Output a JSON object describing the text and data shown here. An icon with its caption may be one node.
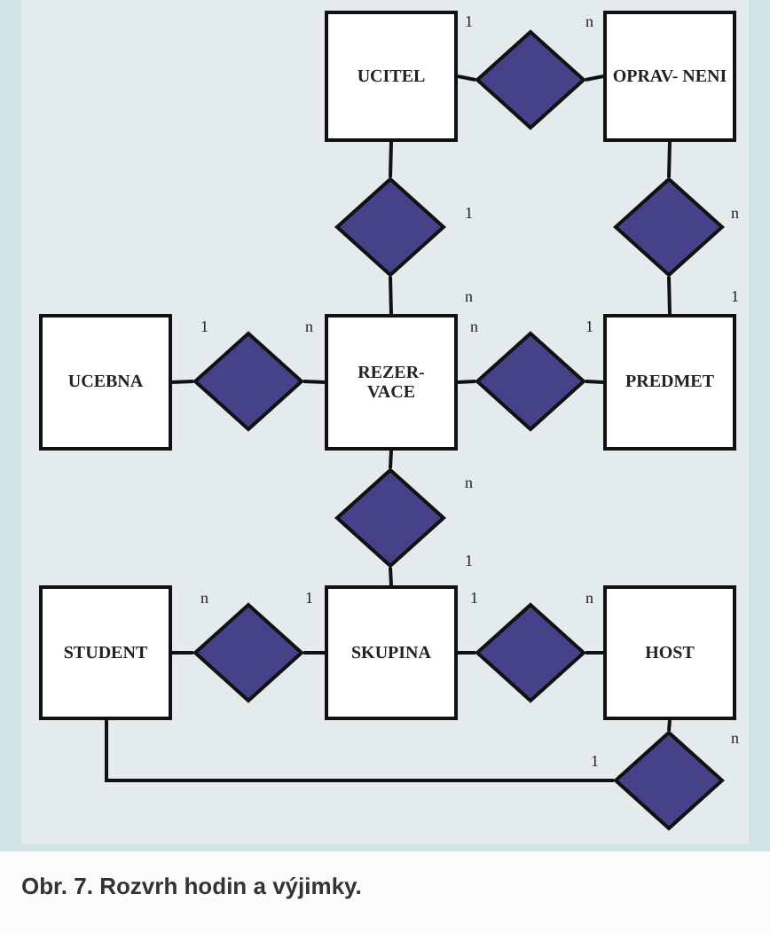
{
  "diagram": {
    "caption": "Obr. 7. Rozvrh hodin a výjimky.",
    "nodes": [
      {
        "text": [
          "UCITEL"
        ]
      },
      {
        "text": [],
        "shape": "diamond"
      },
      {
        "text": [
          "OPRAV- NENI"
        ]
      },
      {
        "text": [],
        "shape": "diamond"
      },
      {
        "text": [],
        "shape": "diamond"
      },
      {
        "text": [
          "UCEBNA"
        ]
      },
      {
        "text": [],
        "shape": "diamond"
      },
      {
        "text": [
          "REZER- VACE"
        ]
      },
      {
        "text": [],
        "shape": "diamond"
      },
      {
        "text": [
          "PREDMET"
        ]
      },
      {
        "text": [],
        "shape": "diamond"
      },
      {
        "text": [
          "STUDENT"
        ]
      },
      {
        "text": [],
        "shape": "diamond"
      },
      {
        "text": [
          "SKUPINA"
        ]
      },
      {
        "text": [],
        "shape": "diamond"
      },
      {
        "text": [
          "HOST"
        ]
      },
      {
        "text": [],
        "shape": "diamond"
      }
    ],
    "edges": [
      {
        "from": 0,
        "to": 1,
        "arrow": "none"
      },
      {
        "from": 1,
        "to": 2,
        "arrow": "none"
      },
      {
        "from": 0,
        "to": 3,
        "arrow": "none"
      },
      {
        "from": 3,
        "to": 7,
        "arrow": "none"
      },
      {
        "from": 2,
        "to": 4,
        "arrow": "none"
      },
      {
        "from": 4,
        "to": 9,
        "arrow": "none"
      },
      {
        "from": 5,
        "to": 6,
        "arrow": "none"
      },
      {
        "from": 6,
        "to": 7,
        "arrow": "none"
      },
      {
        "from": 7,
        "to": 8,
        "arrow": "none"
      },
      {
        "from": 8,
        "to": 9,
        "arrow": "none"
      },
      {
        "from": 7,
        "to": 10,
        "arrow": "none"
      },
      {
        "from": 10,
        "to": 13,
        "arrow": "none"
      },
      {
        "from": 11,
        "to": 12,
        "arrow": "none"
      },
      {
        "from": 12,
        "to": 13,
        "arrow": "none"
      },
      {
        "from": 13,
        "to": 14,
        "arrow": "none"
      },
      {
        "from": 14,
        "to": 15,
        "arrow": "none"
      },
      {
        "from": 11,
        "to": 16,
        "arrow": "none"
      },
      {
        "from": 16,
        "to": 15,
        "arrow": "none"
      }
    ],
    "labels": [
      "1",
      "n",
      "1",
      "n",
      "n",
      "1",
      "1",
      "n",
      "n",
      "1",
      "n",
      "1",
      "n",
      "1",
      "1",
      "n",
      "n",
      "1"
    ]
  }
}
